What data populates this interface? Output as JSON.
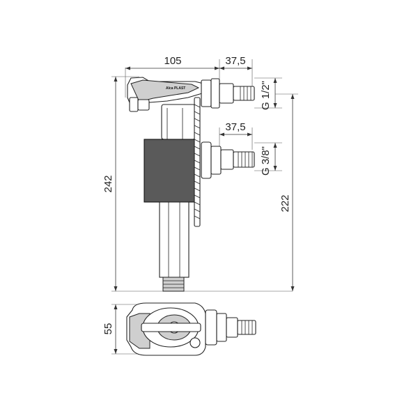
{
  "dimensions": {
    "top_width": "105",
    "top_thread_offset": "37,5",
    "mid_thread_offset": "37,5",
    "thread_top": "G 1/2\"",
    "thread_bottom": "G 3/8\"",
    "total_height": "242",
    "inlet_height": "222",
    "body_depth": "55"
  },
  "logo_text": "Alca PLAST"
}
